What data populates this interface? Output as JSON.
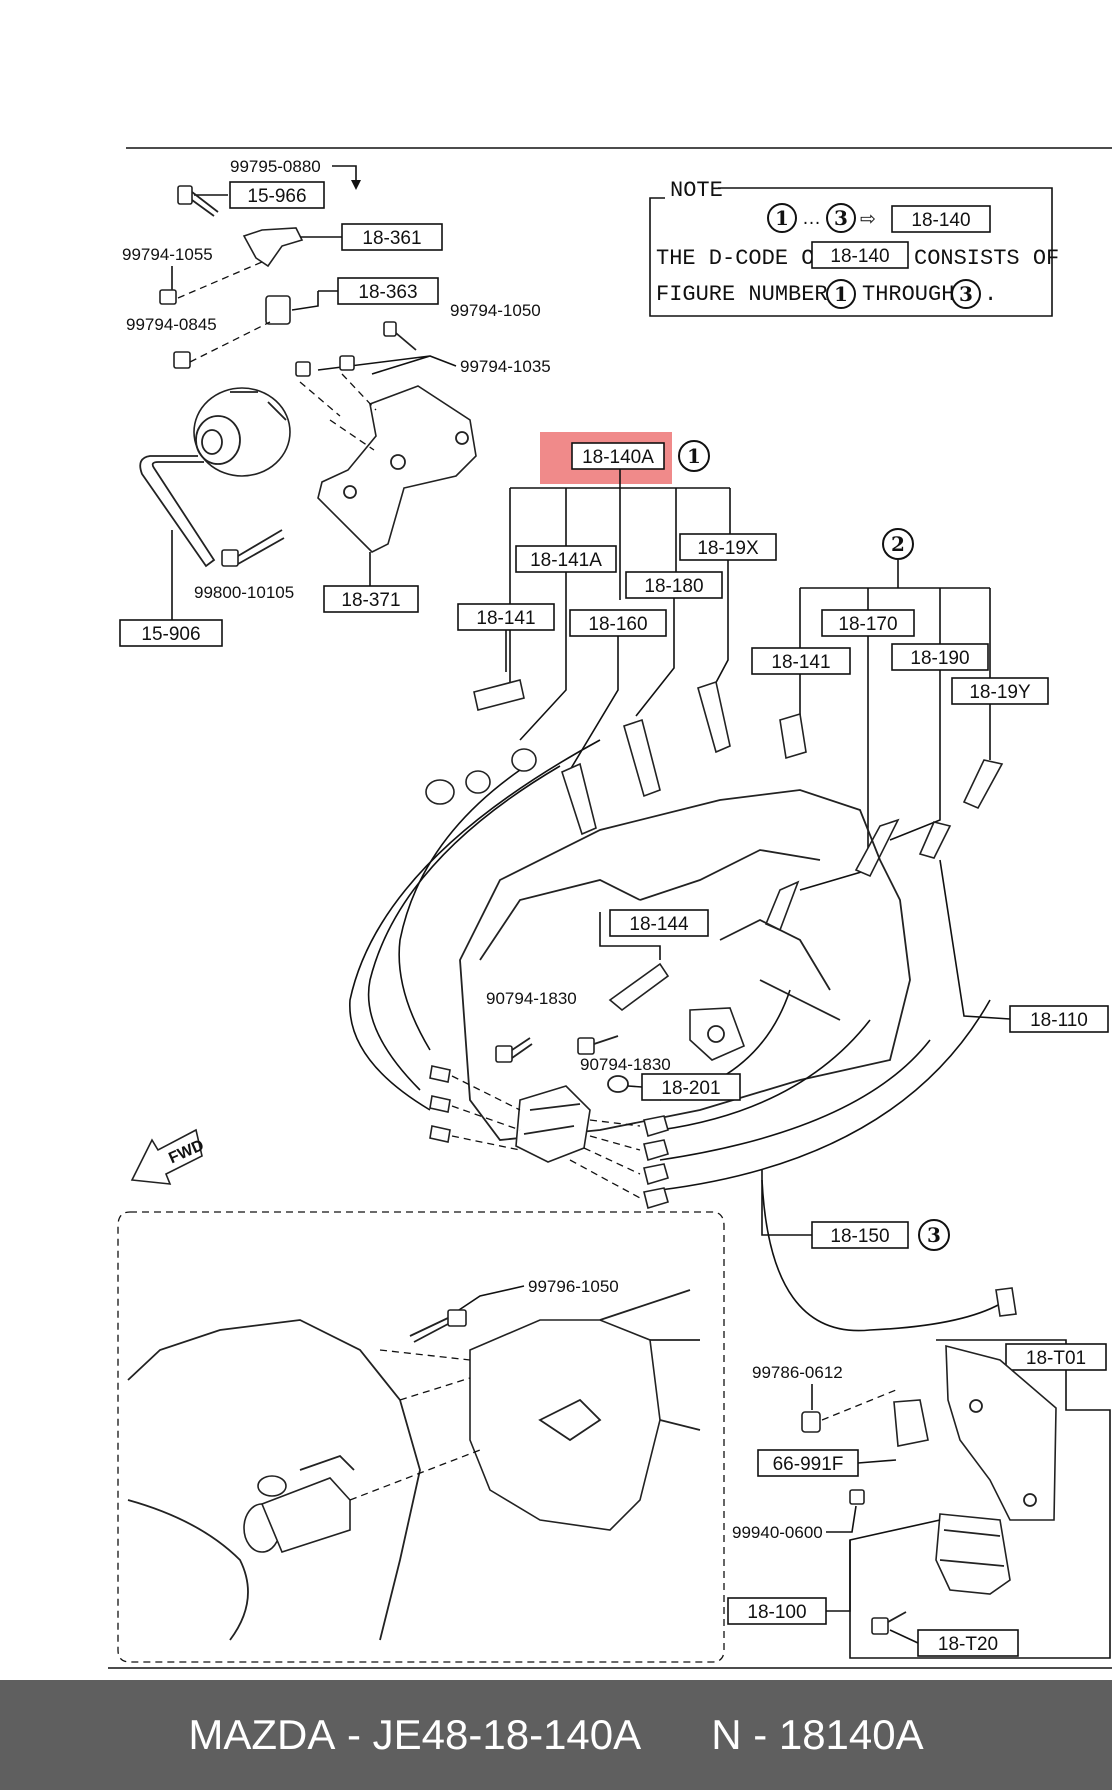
{
  "colors": {
    "highlight": "#f08a8a",
    "footer_bg": "#5f5f5f",
    "footer_text": "#ffffff",
    "line": "#111111"
  },
  "note": {
    "title": "NOTE",
    "line1_sep": "…",
    "line1_arrow": "⇨",
    "line1_code": "18-140",
    "line2_a": "THE D-CODE OF",
    "line2_code": "18-140",
    "line2_b": "CONSISTS OF",
    "line3_a": "FIGURE NUMBERS",
    "line3_b": "THROUGH",
    "line3_c": "."
  },
  "figure_markers": [
    "1",
    "2",
    "3"
  ],
  "part_labels": {
    "p15_966": "15-966",
    "p18_361": "18-361",
    "p18_363": "18-363",
    "p18_371": "18-371",
    "p15_906": "15-906",
    "p18_140A": "18-140A",
    "p18_141A": "18-141A",
    "p18_19X": "18-19X",
    "p18_180": "18-180",
    "p18_141_a": "18-141",
    "p18_160": "18-160",
    "p18_170": "18-170",
    "p18_141_b": "18-141",
    "p18_190": "18-190",
    "p18_19Y": "18-19Y",
    "p18_144": "18-144",
    "p18_110": "18-110",
    "p18_201": "18-201",
    "p18_150": "18-150",
    "p18_T01": "18-T01",
    "p66_991F": "66-991F",
    "p18_100": "18-100",
    "p18_T20": "18-T20"
  },
  "bolt_numbers": {
    "b99795_0880": "99795-0880",
    "b99794_1055": "99794-1055",
    "b99794_0845": "99794-0845",
    "b99794_1050": "99794-1050",
    "b99794_1035": "99794-1035",
    "b99800_10105": "99800-10105",
    "b90794_1830_a": "90794-1830",
    "b90794_1830_b": "90794-1830",
    "b99796_1050": "99796-1050",
    "b99786_0612": "99786-0612",
    "b99940_0600": "99940-0600"
  },
  "fwd_label": "FWD",
  "footer": {
    "brand": "MAZDA",
    "part_number": "JE48-18-140A",
    "code": "N - 18140A"
  }
}
